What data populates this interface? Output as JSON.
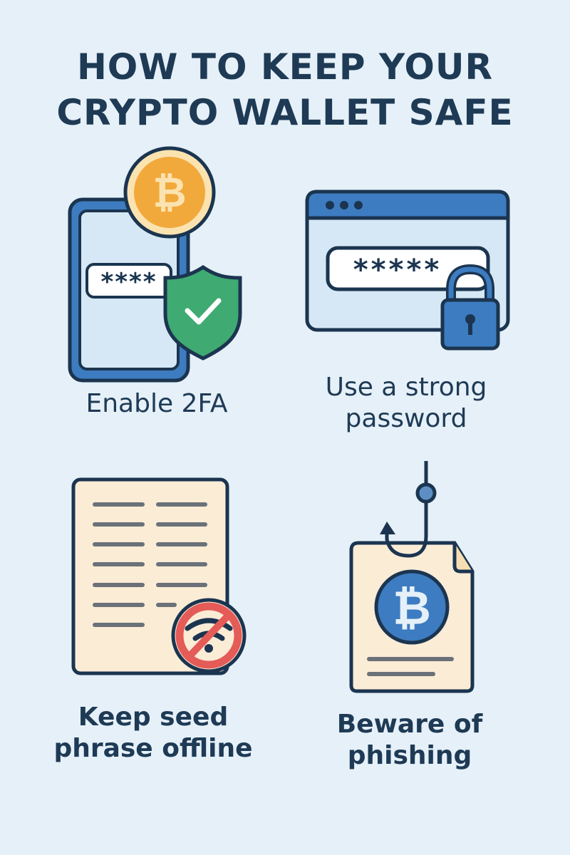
{
  "title": {
    "line1": "HOW TO KEEP YOUR",
    "line2": "CRYPTO WALLET SAFE"
  },
  "tips": [
    {
      "id": "2fa",
      "label_lines": [
        "Enable 2FA"
      ],
      "icon": "phone-bitcoin-shield-icon",
      "password_mask": "****"
    },
    {
      "id": "password",
      "label_lines": [
        "Use a strong",
        "password"
      ],
      "icon": "browser-password-lock-icon",
      "password_mask": "*****"
    },
    {
      "id": "seed",
      "label_lines": [
        "Keep seed",
        "phrase offline"
      ],
      "icon": "document-no-wifi-icon"
    },
    {
      "id": "phishing",
      "label_lines": [
        "Beware of",
        "phishing"
      ],
      "icon": "fishhook-bitcoin-document-icon"
    }
  ],
  "colors": {
    "background": "#e6f0f8",
    "text": "#1e3a55",
    "outline": "#1b3550",
    "blue": "#3d7cc0",
    "light_blue": "#d6e8f5",
    "coin_orange": "#f2a93b",
    "coin_light": "#fbe3b0",
    "shield_green": "#3faa72",
    "paper": "#fbecd6",
    "line_gray": "#6b7178",
    "no_red": "#e45b57"
  }
}
